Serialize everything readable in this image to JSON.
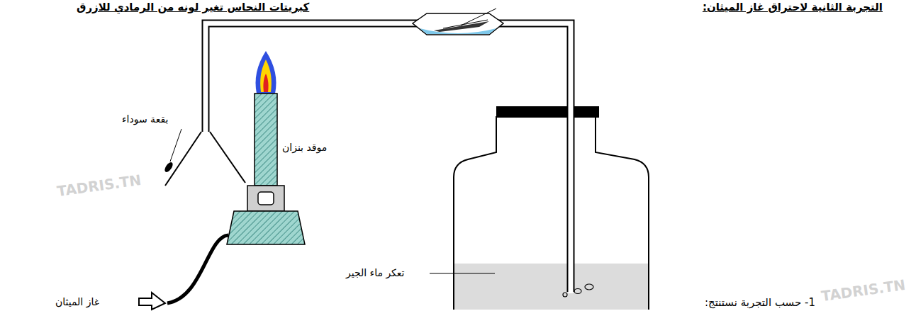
{
  "diagram": {
    "title": "التجربة الثانية لاحتراق غاز الميثان:",
    "labels": [
      "كبريتات النحاس تغير لونه من الرمادي للازرق",
      "بقعة سوداء",
      "موقد بنزان",
      "غاز الميثان",
      "تعكر ماء الجير",
      "1- حسب التجربة نستنتج:",
      "TADRIS.TN",
      "TADRIS.TN"
    ]
  }
}
